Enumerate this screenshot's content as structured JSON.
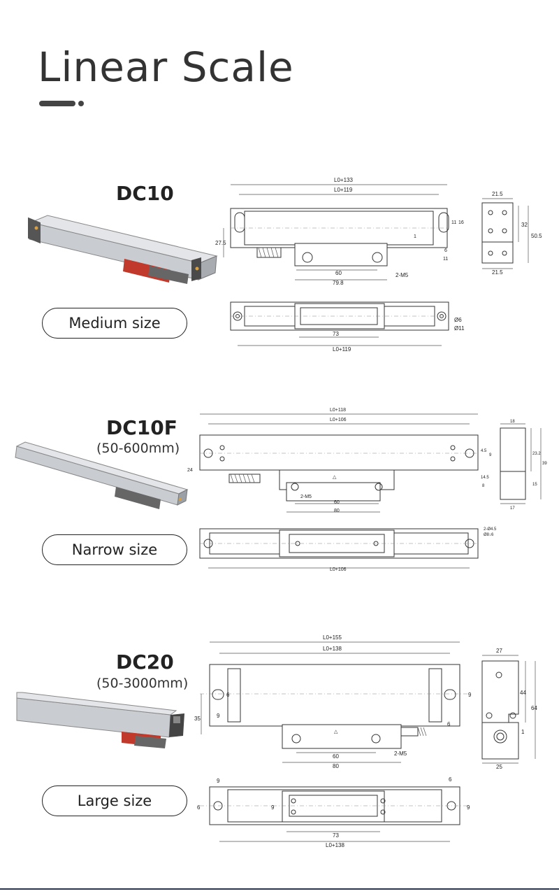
{
  "page": {
    "title": "Linear Scale"
  },
  "products": [
    {
      "model": "DC10",
      "range": "",
      "size_label": "Medium size",
      "dims_front": [
        "L0+133",
        "L0+119",
        "27.5",
        "60",
        "79.8",
        "2-M5",
        "11",
        "16",
        "6",
        "11",
        "1"
      ],
      "dims_side": [
        "21.5",
        "32",
        "50.5",
        "21.5"
      ],
      "dims_top": [
        "73",
        "L0+119",
        "Ø6",
        "Ø11"
      ]
    },
    {
      "model": "DC10F",
      "range": "(50-600mm)",
      "size_label": "Narrow size",
      "dims_front": [
        "L0+118",
        "L0+106",
        "24",
        "2-M5",
        "60",
        "80",
        "4.5",
        "9",
        "14.5",
        "8"
      ],
      "dims_side": [
        "18",
        "23.2",
        "39",
        "15",
        "17"
      ],
      "dims_top": [
        "2-Ø4.5",
        "Ø8↓6",
        "L0+106"
      ]
    },
    {
      "model": "DC20",
      "range": "(50-3000mm)",
      "size_label": "Large size",
      "dims_front": [
        "L0+155",
        "L0+138",
        "6",
        "9",
        "35",
        "9",
        "6",
        "60",
        "80",
        "2-M5"
      ],
      "dims_side": [
        "27",
        "44",
        "64",
        "1",
        "25"
      ],
      "dims_top": [
        "9",
        "6",
        "6",
        "9",
        "9",
        "73",
        "L0+138"
      ]
    }
  ],
  "colors": {
    "accent": "#d9534f",
    "line": "#333333",
    "aluminum": "#c9ccd0"
  }
}
